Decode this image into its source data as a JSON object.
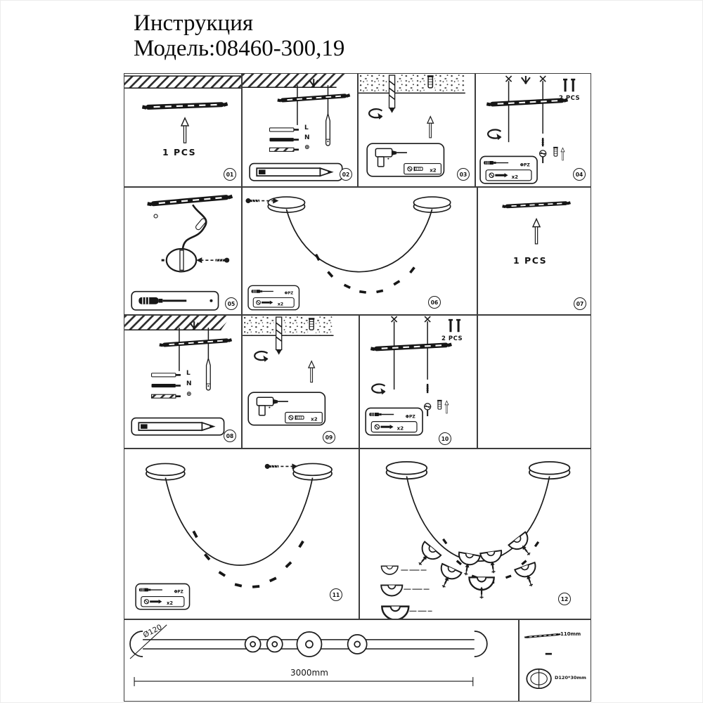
{
  "title": {
    "line1": "Инструкция",
    "line2": "Модель:08460-300,19"
  },
  "steps": {
    "s01": {
      "num": "01",
      "qty": "1 PCS"
    },
    "s02": {
      "num": "02",
      "wire_live": "L",
      "wire_neutral": "N",
      "wire_ground": "⊕"
    },
    "s03": {
      "num": "03",
      "tool_qty": "x2"
    },
    "s04": {
      "num": "04",
      "qty": "2 PCS",
      "bit": "ΦPZ",
      "tool_qty": "x2"
    },
    "s05": {
      "num": "05"
    },
    "s06": {
      "num": "06",
      "bit": "ΦPZ",
      "tool_qty": "x2"
    },
    "s07": {
      "num": "07",
      "qty": "1 PCS"
    },
    "s08": {
      "num": "08",
      "wire_live": "L",
      "wire_neutral": "N",
      "wire_ground": "⊕"
    },
    "s09": {
      "num": "09",
      "tool_qty": "x2"
    },
    "s10": {
      "num": "10",
      "qty": "2 PCS",
      "bit": "ΦPZ",
      "tool_qty": "x2"
    },
    "s11": {
      "num": "11",
      "bit": "ΦPZ",
      "tool_qty": "x2"
    },
    "s12": {
      "num": "12"
    }
  },
  "spec": {
    "rod_diameter": "Ø120",
    "cable_length": "3000mm",
    "bar_length": "110mm",
    "canopy_size": "D120*30mm"
  },
  "colors": {
    "line": "#1b1b1b",
    "background": "#ffffff"
  }
}
